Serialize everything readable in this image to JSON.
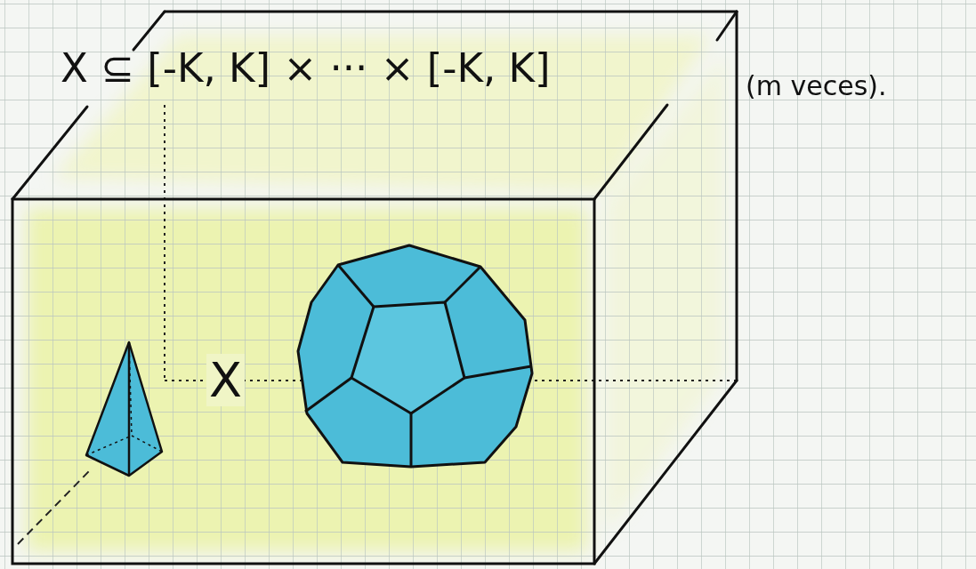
{
  "diagram": {
    "labels": [
      "X ⊆ [-K, K] × ··· × [-K, K]",
      "(m veces).",
      "X"
    ]
  }
}
